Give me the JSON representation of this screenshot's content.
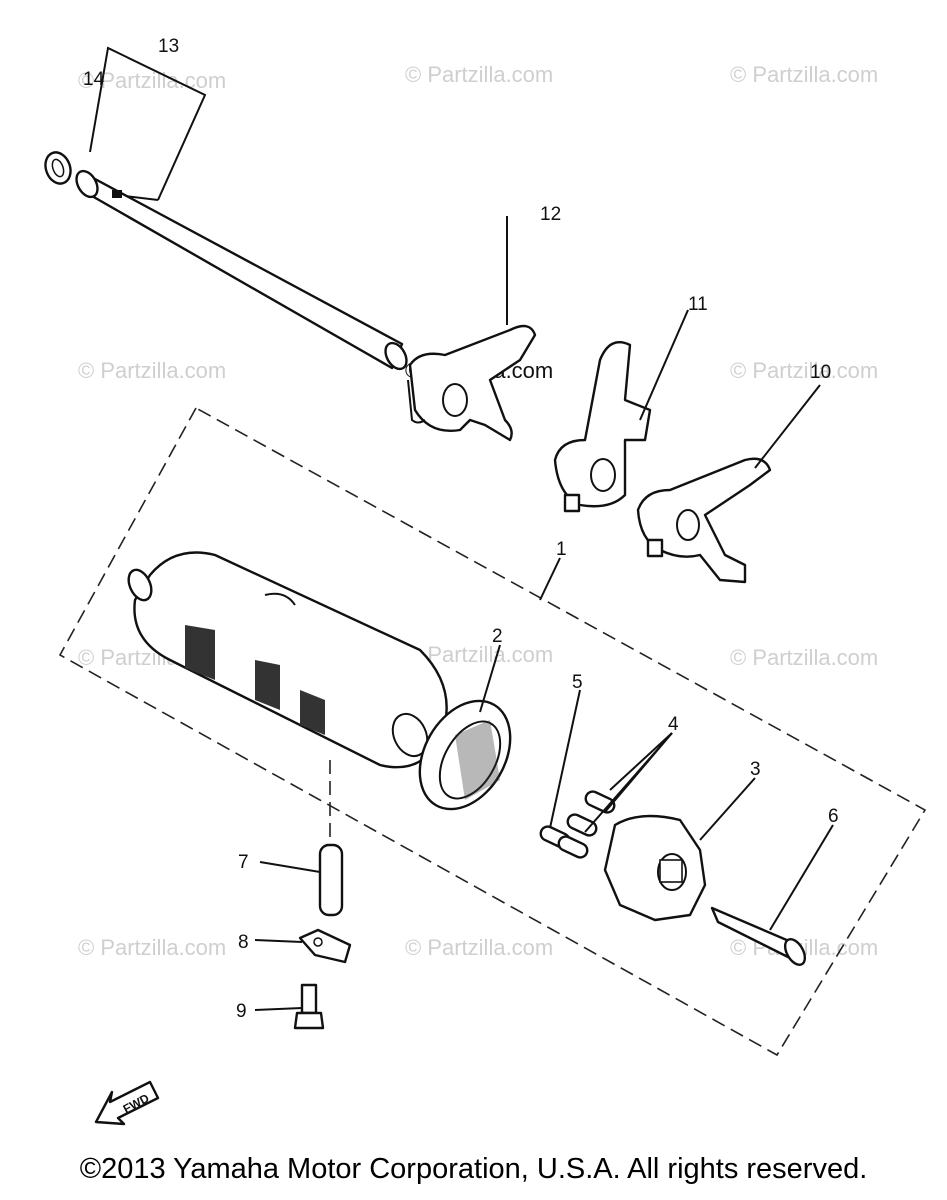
{
  "watermarks": {
    "text": "© Partzilla.com",
    "center_text": "© Partzilla.com"
  },
  "labels": {
    "p1": "1",
    "p2": "2",
    "p3": "3",
    "p4": "4",
    "p5": "5",
    "p6": "6",
    "p7": "7",
    "p8": "8",
    "p9": "9",
    "p10": "10",
    "p11": "11",
    "p12": "12",
    "p13": "13",
    "p14": "14"
  },
  "copyright": "©2013 Yamaha Motor Corporation, U.S.A. All rights reserved.",
  "fwd_icon": "FWD"
}
